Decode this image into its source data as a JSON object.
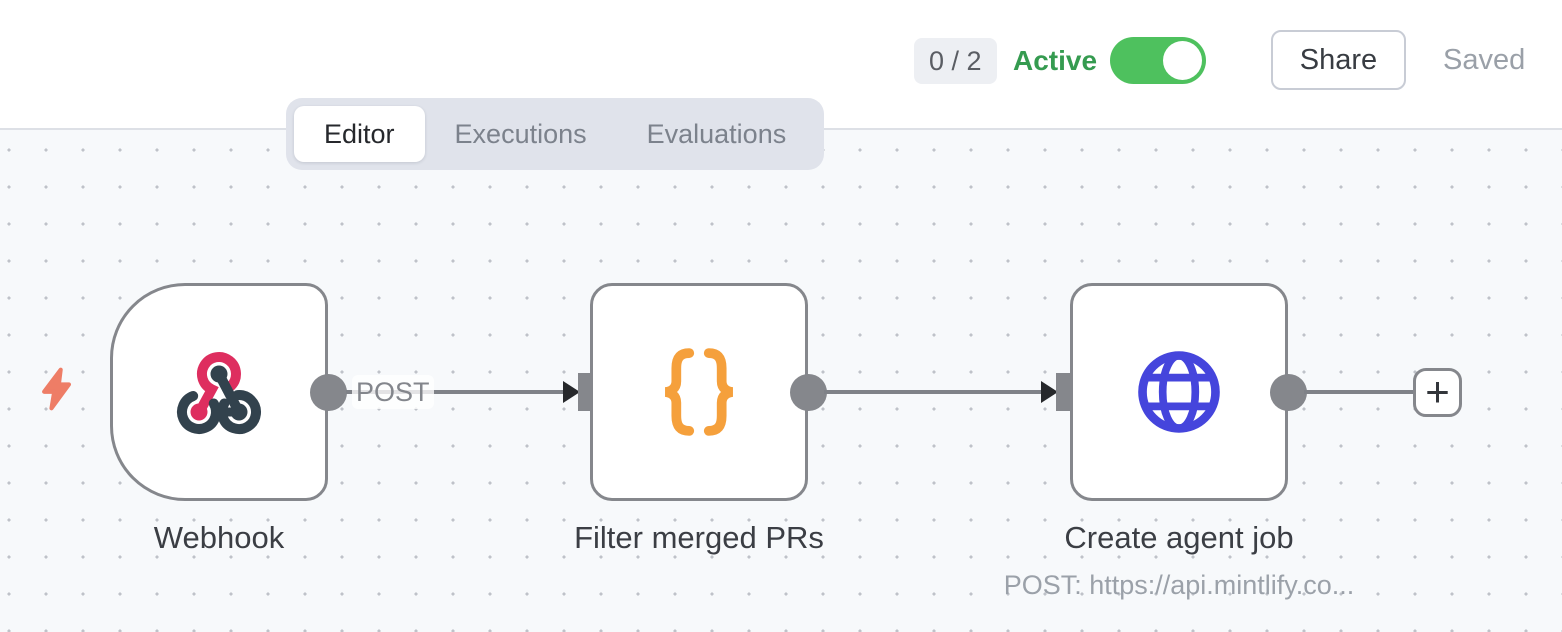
{
  "header": {
    "activation_badge": "0 / 2",
    "active_label": "Active",
    "active_toggle_on": true,
    "share_label": "Share",
    "saved_label": "Saved"
  },
  "tabs": [
    {
      "label": "Editor",
      "active": true
    },
    {
      "label": "Executions",
      "active": false
    },
    {
      "label": "Evaluations",
      "active": false
    }
  ],
  "canvas": {
    "nodes": [
      {
        "name": "Webhook",
        "type": "webhook-trigger",
        "icon": "webhook-icon",
        "output_label": "POST"
      },
      {
        "name": "Filter merged PRs",
        "type": "code",
        "icon": "code-braces-icon"
      },
      {
        "name": "Create agent job",
        "type": "http-request",
        "icon": "globe-icon",
        "subtitle": "POST: https://api.mintlify.co..."
      }
    ],
    "add_node_label": "+"
  },
  "colors": {
    "toggle_green": "#4EC15E",
    "active_text_green": "#359B50",
    "webhook_pink": "#DE2E5F",
    "webhook_slate": "#32424D",
    "code_orange": "#F5A03C",
    "http_blue": "#4545DC",
    "trigger_bolt_coral": "#EE7D66",
    "connector_gray": "#85878C",
    "canvas_background": "#F7F9FB"
  }
}
